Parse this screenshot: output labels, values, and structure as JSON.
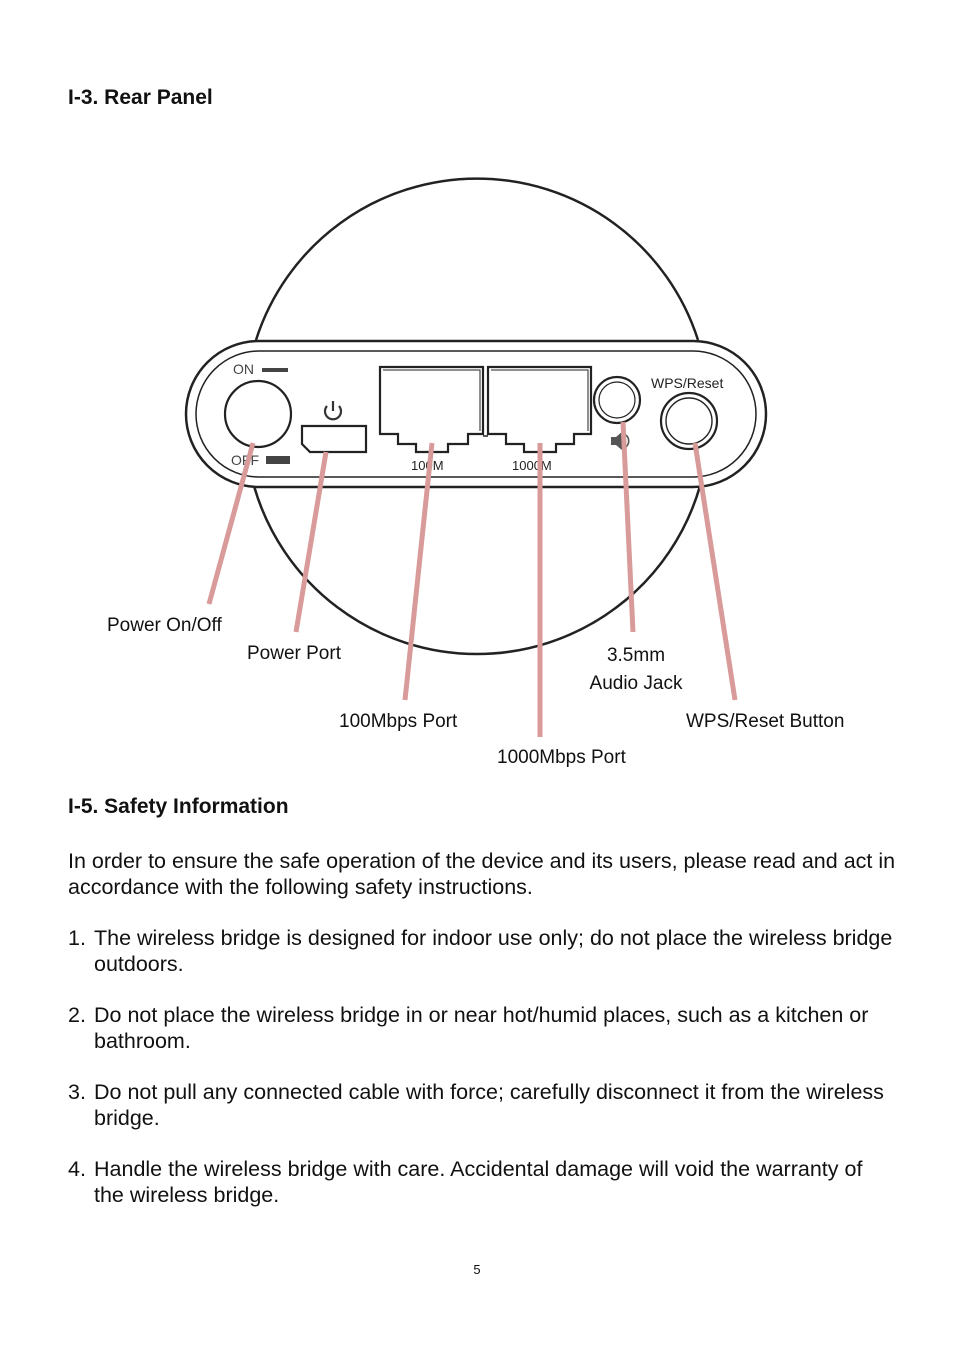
{
  "rear_panel": {
    "heading": "I-3. Rear Panel",
    "device_labels": {
      "on": "ON",
      "off": "OFF",
      "wps_reset": "WPS/Reset",
      "port_100": "100M",
      "port_1000": "1000M"
    },
    "callouts": {
      "power_switch": "Power On/Off",
      "power_port": "Power Port",
      "port_100": "100Mbps Port",
      "port_1000": "1000Mbps Port",
      "audio_line1": "3.5mm",
      "audio_line2": "Audio Jack",
      "wps_button": "WPS/Reset Button"
    },
    "leader_color": "#d99a9a"
  },
  "safety": {
    "heading": "I-5. Safety Information",
    "intro": "In order to ensure the safe operation of the device and its users, please read and act in accordance with the following safety instructions.",
    "items": [
      {
        "num": "1.",
        "text": "The wireless bridge is designed for indoor use only; do not place the wireless bridge outdoors."
      },
      {
        "num": "2.",
        "text": "Do not place the wireless bridge in or near hot/humid places, such as a kitchen or bathroom."
      },
      {
        "num": "3.",
        "text": "Do not pull any connected cable with force; carefully disconnect it from the wireless bridge."
      },
      {
        "num": "4.",
        "text": "Handle the wireless bridge with care. Accidental damage will void the warranty of the wireless bridge."
      }
    ]
  },
  "page_number": "5"
}
